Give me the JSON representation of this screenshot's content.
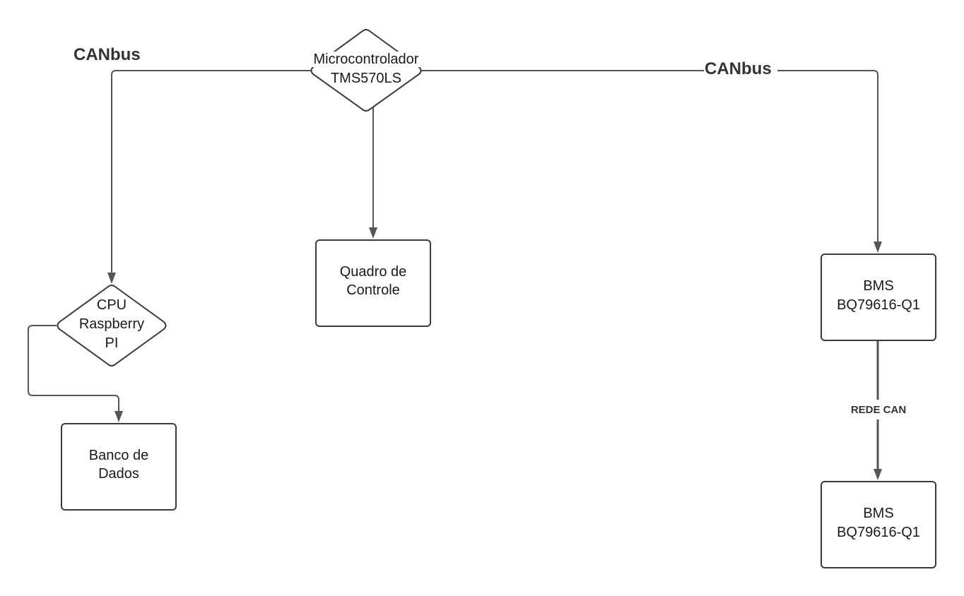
{
  "diagram": {
    "nodes": {
      "microcontroller": {
        "lines": [
          "Microcontrolador",
          "TMS570LS"
        ],
        "shape": "diamond"
      },
      "cpu": {
        "lines": [
          "CPU",
          "Raspberry",
          "PI"
        ],
        "shape": "diamond"
      },
      "control_panel": {
        "lines": [
          "Quadro de",
          "Controle"
        ],
        "shape": "rectangle"
      },
      "database": {
        "lines": [
          "Banco de",
          "Dados"
        ],
        "shape": "rectangle"
      },
      "bms_1": {
        "lines": [
          "BMS",
          "BQ79616-Q1"
        ],
        "shape": "rectangle"
      },
      "bms_2": {
        "lines": [
          "BMS",
          "BQ79616-Q1"
        ],
        "shape": "rectangle"
      }
    },
    "edge_labels": {
      "canbus_left": "CANbus",
      "canbus_right": "CANbus",
      "rede_can": "REDE CAN"
    },
    "colors": {
      "line": "#555555",
      "border": "#3a3a3a",
      "text": "#1a1a1a"
    }
  }
}
